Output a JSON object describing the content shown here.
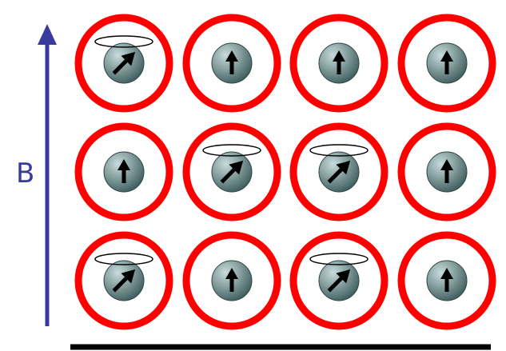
{
  "field": {
    "label": "B",
    "color": "#3a3a9e"
  },
  "colors": {
    "ring": "#ff0000",
    "nucleus_light": "#c8dcdc",
    "nucleus_dark": "#3f5d5d",
    "arrow": "#000000",
    "precession_ellipse": "#000000",
    "base_line": "#000000"
  },
  "lattice": {
    "rows": 3,
    "cols": 4,
    "spins": [
      [
        "tilted",
        "up",
        "up",
        "up"
      ],
      [
        "up",
        "tilted",
        "tilted",
        "up"
      ],
      [
        "tilted",
        "up",
        "tilted",
        "up"
      ]
    ]
  }
}
